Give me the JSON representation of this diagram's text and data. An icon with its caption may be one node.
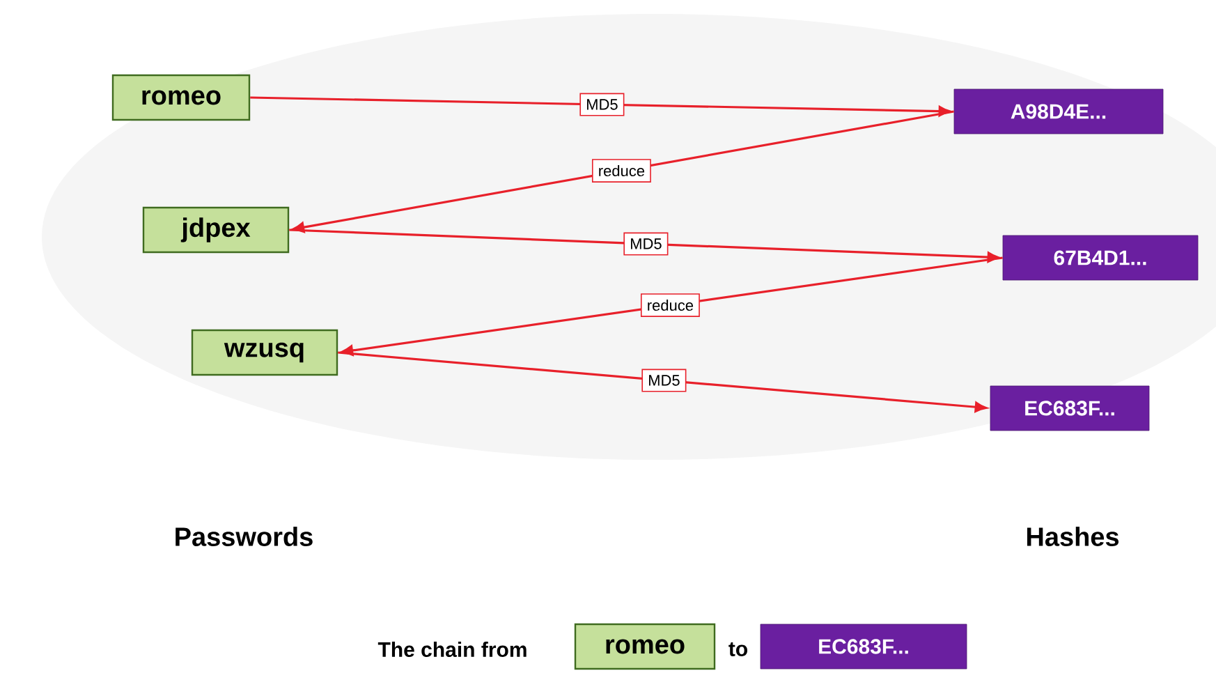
{
  "diagram": {
    "nodes": [
      {
        "text": [
          "romeo"
        ]
      },
      {
        "text": [
          "A98D4E..."
        ]
      },
      {
        "text": [
          "jdpex"
        ]
      },
      {
        "text": [
          "67B4D1..."
        ]
      },
      {
        "text": [
          "wzusq"
        ]
      },
      {
        "text": [
          "EC683F..."
        ]
      },
      {
        "text": [
          "romeo"
        ]
      },
      {
        "text": [
          "EC683F..."
        ]
      }
    ],
    "edges": [
      {
        "from": 0,
        "to": 1,
        "arrow": "to",
        "label": "MD5"
      },
      {
        "from": 1,
        "to": 2,
        "arrow": "to",
        "label": "reduce"
      },
      {
        "from": 2,
        "to": 3,
        "arrow": "to",
        "label": "MD5"
      },
      {
        "from": 3,
        "to": 4,
        "arrow": "to",
        "label": "reduce"
      },
      {
        "from": 4,
        "to": 5,
        "arrow": "to",
        "label": "MD5"
      }
    ],
    "labels": [
      "Passwords",
      "Hashes",
      "The chain from",
      "to"
    ]
  }
}
